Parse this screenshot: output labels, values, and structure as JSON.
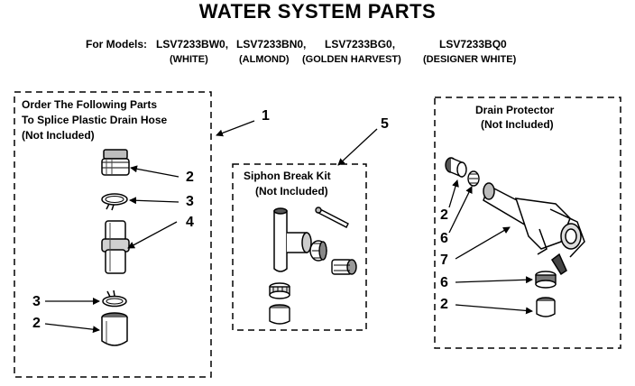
{
  "title": "WATER SYSTEM PARTS",
  "models": {
    "prefix": "For Models:",
    "list": [
      "LSV7233BW0,",
      "LSV7233BN0,",
      "LSV7233BG0,",
      "LSV7233BQ0"
    ],
    "colors": [
      "(WHITE)",
      "(ALMOND)",
      "(GOLDEN HARVEST)",
      "(DESIGNER WHITE)"
    ]
  },
  "boxes": {
    "left": [
      "Order The Following Parts",
      "To Splice Plastic Drain Hose",
      "(Not Included)"
    ],
    "middle": [
      "Siphon Break Kit",
      "(Not Included)"
    ],
    "right": [
      "Drain Protector",
      "(Not Included)"
    ]
  },
  "callouts": {
    "c1": "1",
    "c2a": "2",
    "c3a": "3",
    "c4": "4",
    "c3b": "3",
    "c2b": "2",
    "c5": "5",
    "r2a": "2",
    "r6a": "6",
    "r7": "7",
    "r6b": "6",
    "r2b": "2"
  }
}
